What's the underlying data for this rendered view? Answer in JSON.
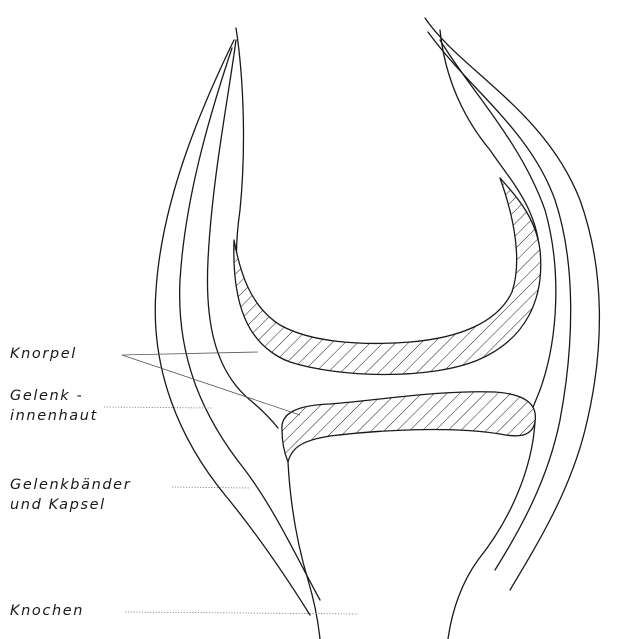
{
  "labels": {
    "knorpel": "Knorpel",
    "gelenk_line1": "Gelenk -",
    "gelenk_line2": "innenhaut",
    "baender_line1": "Gelenkbänder",
    "baender_line2": "und  Kapsel",
    "knochen": "Knochen"
  }
}
